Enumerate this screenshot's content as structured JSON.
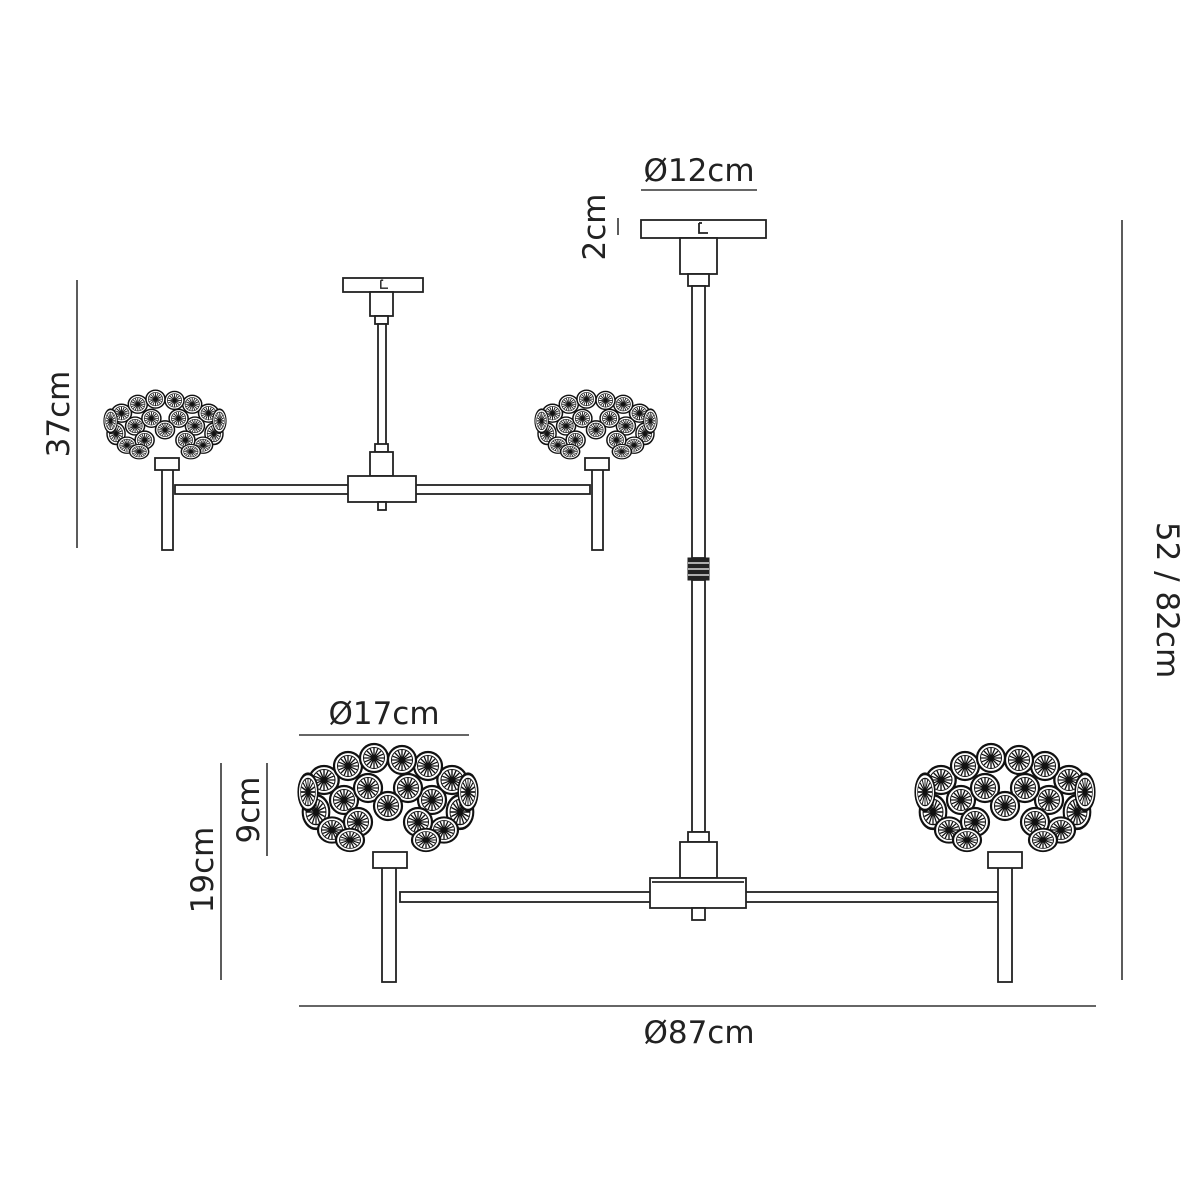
{
  "drawing": {
    "dimensions": {
      "canopy_diameter": "Ø12cm",
      "canopy_height": "2cm",
      "total_height": "52 / 82cm",
      "min_height": "37cm",
      "shade_diameter": "Ø17cm",
      "shade_height": "9cm",
      "arm_height": "19cm",
      "overall_width": "Ø87cm"
    }
  }
}
